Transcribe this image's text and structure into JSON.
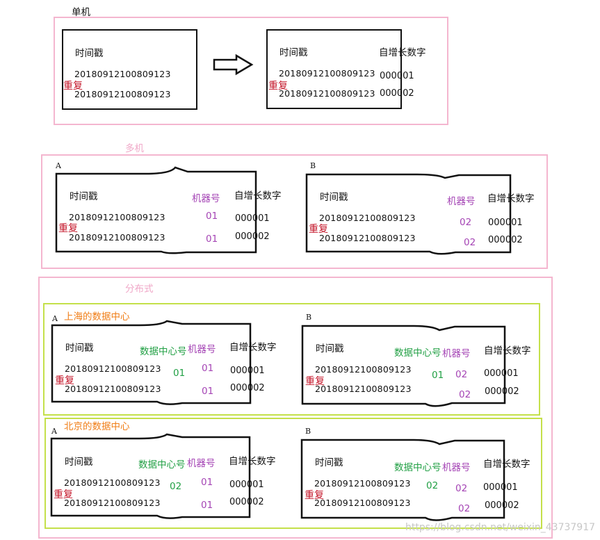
{
  "sections": {
    "single": "单机",
    "multi": "多机",
    "distributed": "分布式"
  },
  "datacenters": {
    "shanghai": "上海的数据中心",
    "beijing": "北京的数据中心"
  },
  "labels": {
    "timestamp": "时间戳",
    "auto_increment": "自增长数字",
    "machine_id": "机器号",
    "datacenter_id": "数据中心号",
    "duplicate": "重复"
  },
  "values": {
    "ts": "20180912100809123",
    "seq1": "000001",
    "seq2": "000002",
    "id01": "01",
    "id02": "02"
  },
  "machines": {
    "a": "A",
    "b": "B"
  },
  "watermark": "https://blog.csdn.net/weixin_43737917",
  "colors": {
    "section_border": "#f4b6cf",
    "datacenter_border": "#c4e04a",
    "duplicate_text": "#c4162a",
    "machine_id_text": "#a545b5",
    "datacenter_id_text": "#22a045",
    "datacenter_title": "#f07d16"
  }
}
